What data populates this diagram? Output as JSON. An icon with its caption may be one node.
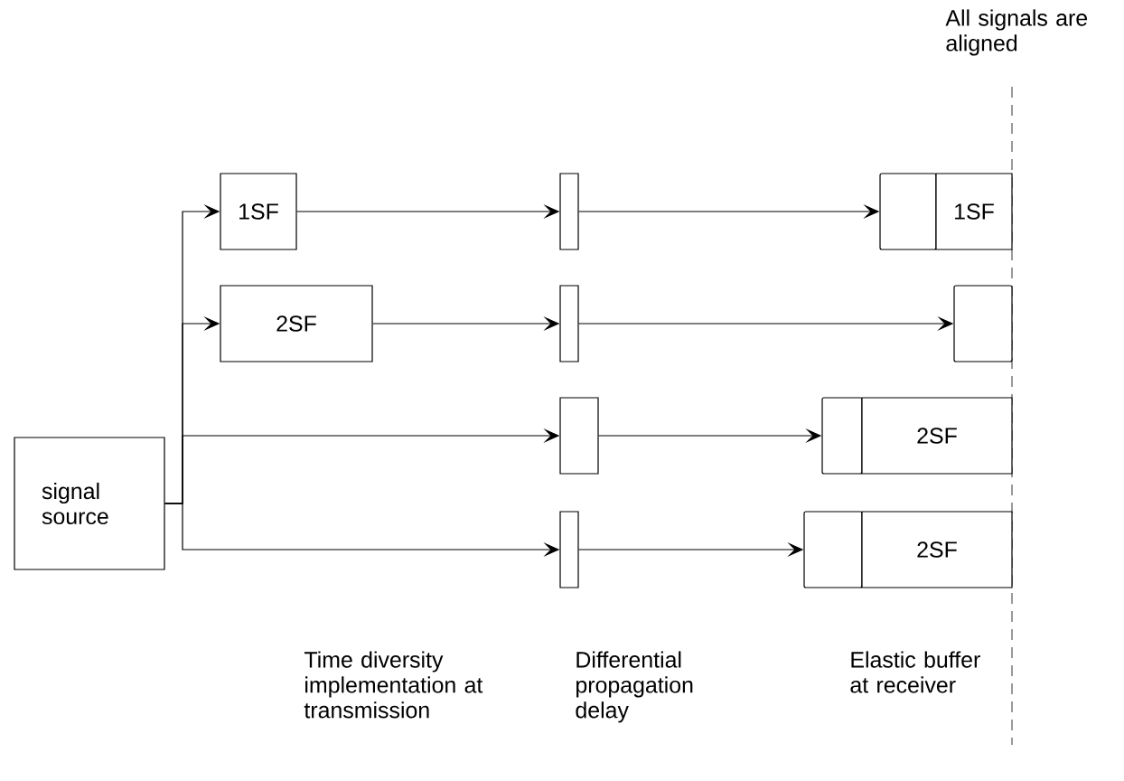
{
  "diagram": {
    "nodes": [
      {
        "text": [
          "signal source"
        ]
      },
      {
        "text": [
          "1SF"
        ]
      },
      {
        "text": [
          "2SF"
        ]
      },
      {
        "text": [],
        "shape": "bar"
      },
      {
        "text": [],
        "shape": "bar"
      },
      {
        "text": [],
        "shape": "bar"
      },
      {
        "text": [],
        "shape": "bar"
      },
      {
        "text": [],
        "shape": "box"
      },
      {
        "text": [
          "1SF"
        ]
      },
      {
        "text": [],
        "shape": "box"
      },
      {
        "text": [],
        "shape": "box"
      },
      {
        "text": [
          "2SF"
        ]
      },
      {
        "text": [],
        "shape": "box"
      },
      {
        "text": [
          "2SF"
        ]
      }
    ],
    "edges": [
      {
        "from": 0,
        "to": 1,
        "arrow": "to"
      },
      {
        "from": 0,
        "to": 2,
        "arrow": "to"
      },
      {
        "from": 0,
        "to": 5,
        "arrow": "to"
      },
      {
        "from": 0,
        "to": 6,
        "arrow": "to"
      },
      {
        "from": 1,
        "to": 3,
        "arrow": "to"
      },
      {
        "from": 2,
        "to": 4,
        "arrow": "to"
      },
      {
        "from": 3,
        "to": 7,
        "arrow": "to"
      },
      {
        "from": 4,
        "to": 9,
        "arrow": "to"
      },
      {
        "from": 5,
        "to": 10,
        "arrow": "to"
      },
      {
        "from": 6,
        "to": 12,
        "arrow": "to"
      }
    ],
    "labels": [
      "All signals are aligned",
      "Time diversity implementation at transmission",
      "Differential propagation delay",
      "Elastic buffer at receiver"
    ]
  }
}
